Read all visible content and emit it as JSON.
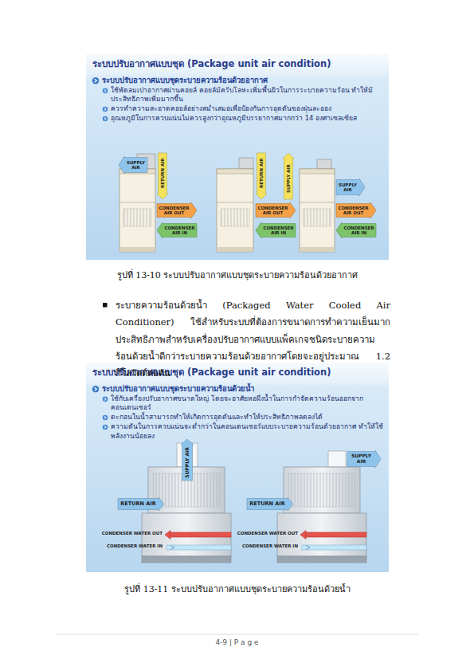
{
  "diagram": {
    "nodes": [
      {
        "text": [
          "ระบบปรับอากาศแบบชุด (Package unit air condition)",
          "ระบบปรับอากาศแบบชุดระบายความร้อนด้วยอากาศ",
          "ใช้พัดลมเป่าอากาศผ่านคอยล์ คอยล์มีครีบโลหะเพิ่มพื้นผิวในการระบายความร้อน ทำให้มีประสิทธิภาพเพิ่มมากขึ้น",
          "ควรทำความสะอาดคอยล์อย่างสม่ำเสมอเพื่อป้องกันการอุดตันของฝุ่นละออง",
          "อุณหภูมิในการควบแน่นไม่ควรสูงกว่าอุณหภูมิบรรยากาศมากกว่า 14 องศาเซลเซียส"
        ]
      },
      {
        "text": [
          "SUPPLY AIR"
        ],
        "in": 0
      },
      {
        "text": [
          "RETURN AIR"
        ],
        "in": 0
      },
      {
        "text": [
          "CONDENSER AIR OUT"
        ],
        "in": 0
      },
      {
        "text": [
          "CONDENSER AIR IN"
        ],
        "in": 0
      },
      {
        "text": [
          "RETURN AIR"
        ],
        "in": 0
      },
      {
        "text": [
          "SUPPLY AIR"
        ],
        "in": 0
      },
      {
        "text": [
          "CONDENSER AIR OUT"
        ],
        "in": 0
      },
      {
        "text": [
          "CONDENSER AIR IN"
        ],
        "in": 0
      },
      {
        "text": [
          "SUPPLY AIR"
        ],
        "in": 0
      },
      {
        "text": [
          "CONDENSER AIR OUT"
        ],
        "in": 0
      },
      {
        "text": [
          "CONDENSER AIR IN"
        ],
        "in": 0
      },
      {
        "text": [
          "ระบบปรับอากาศแบบชุด (Package unit air condition)",
          "ระบบปรับอากาศแบบชุดระบายความร้อนด้วยน้ำ",
          "ใช้กับเครื่องปรับอากาศขนาดใหญ่ โดยจะอาศัยหอผึ่งน้ำในการกำจัดความร้อนออกจากคอนเดนเซอร์",
          "ตะกอนในน้ำสามารถทำให้เกิดการอุดตันและทำให้ประสิทธิภาพลดลงได้",
          "ความดันในการควบแน่นจะต่ำกว่าในคอนเดนเซอร์แบบระบายความร้อนด้วยอากาศ ทำให้ใช้พลังงานน้อยลง"
        ]
      },
      {
        "text": [
          "SUPPLY AIR"
        ],
        "in": 12
      },
      {
        "text": [
          "RETURN AIR"
        ],
        "in": 12
      },
      {
        "text": [
          "RETURN AIR"
        ],
        "in": 12
      },
      {
        "text": [
          "SUPPLY AIR"
        ],
        "in": 12
      }
    ],
    "labels": [
      "รูปที่ 13-10 ระบบปรับอากาศแบบชุดระบายความร้อนด้วยอากาศ",
      "ระบายความร้อนด้วยน้ำ (Packaged Water Cooled Air Conditioner) ใช้สำหรับระบบที่ต้องการขนาดการทำความเย็นมาก ประสิทธิภาพสำหรับเครื่องปรับอากาศแบบแพ็คเกจชนิดระบายความร้อนด้วยน้ำดีกว่าระบายความร้อนด้วยอากาศโดยจะอยู่ประมาณ 1.2 กิโลวัตต์ต่อตัน",
      "CONDENSER WATER OUT",
      "CONDENSER WATER IN",
      "CONDENSER WATER OUT",
      "CONDENSER WATER IN",
      "รูปที่ 13-11 ระบบปรับอากาศแบบชุดระบายความร้อนด้วยน้ำ",
      "4-9 | P a g e"
    ]
  }
}
